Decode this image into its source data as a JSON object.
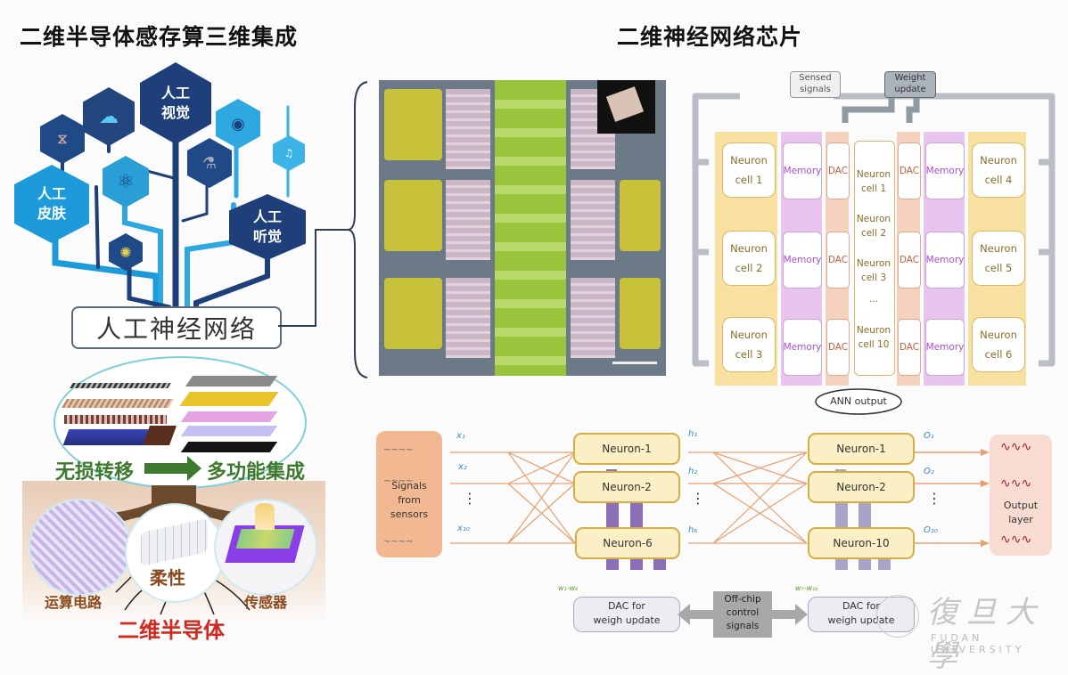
{
  "left_panel": {
    "title": "二维半导体感存算三维集成",
    "hexagons": [
      {
        "label": "人工\n视觉",
        "icon": null,
        "color": "#1e3f7a"
      },
      {
        "label": null,
        "icon": "brain-icon",
        "glyph": "☁",
        "color": "#23467f"
      },
      {
        "label": null,
        "icon": "dna-icon",
        "glyph": "⧖",
        "color": "#1f4a86"
      },
      {
        "label": null,
        "icon": "atom-icon",
        "glyph": "⚛",
        "color": "#2a9fd6"
      },
      {
        "label": "人工\n皮肤",
        "icon": null,
        "color": "#1d9ad9"
      },
      {
        "label": null,
        "icon": "virus-icon",
        "glyph": "✺",
        "color": "#1f4a86"
      },
      {
        "label": null,
        "icon": "eye-icon",
        "glyph": "◉",
        "color": "#2ea8e0"
      },
      {
        "label": null,
        "icon": "flask-icon",
        "glyph": "⚗",
        "color": "#1f4a86"
      },
      {
        "label": null,
        "icon": "sound-icon",
        "glyph": "♫",
        "color": "#3bb3e6"
      },
      {
        "label": "人工\n听觉",
        "icon": null,
        "color": "#1e3f7a"
      }
    ],
    "network_label": "人工神经网络",
    "transfer_label": "无损转移",
    "integration_label": "多功能集成",
    "circuit_label": "运算电路",
    "flexible_label": "柔性",
    "sensor_label": "传感器",
    "base_label": "二维半导体",
    "colors": {
      "green_text": "#3e7a2e",
      "red_text": "#d2281e",
      "brown_text": "#8a4a1e"
    }
  },
  "right_panel": {
    "title": "二维神经网络芯片",
    "architecture": {
      "sensed_signals": "Sensed\nsignals",
      "weight_update": "Weight\nupdate",
      "left_cells": [
        "Neuron\ncell 1",
        "Neuron\ncell 2",
        "Neuron\ncell 3"
      ],
      "right_cells": [
        "Neuron\ncell 4",
        "Neuron\ncell 5",
        "Neuron\ncell 6"
      ],
      "center_cells": [
        "Neuron\ncell 1",
        "Neuron\ncell 2",
        "Neuron\ncell 3",
        "...",
        "Neuron\ncell 10"
      ],
      "memory_label": "Memory",
      "dac_label": "DAC",
      "output_label": "ANN output"
    },
    "network": {
      "input_box": "Signals\nfrom\nsensors",
      "inputs": [
        "x₁",
        "x₂",
        "⋮",
        "x₁₀"
      ],
      "hidden_neurons": [
        "Neuron-1",
        "Neuron-2",
        "Neuron-6"
      ],
      "hidden_labels": [
        "h₁",
        "h₂",
        "⋮",
        "h₆"
      ],
      "output_neurons": [
        "Neuron-1",
        "Neuron-2",
        "Neuron-10"
      ],
      "output_labels": [
        "O₁",
        "O₂",
        "⋮",
        "O₁₀"
      ],
      "output_box": "Output\nlayer",
      "weights_left": "w₁-w₆",
      "weights_right": "w₇-w₁₆",
      "dac_left": "DAC for\nweigh update",
      "dac_right": "DAC for\nweigh update",
      "offchip": "Off-chip\ncontrol\nsignals"
    },
    "watermark": {
      "cn": "復旦大學",
      "en": "FUDAN UNIVERSITY"
    }
  }
}
